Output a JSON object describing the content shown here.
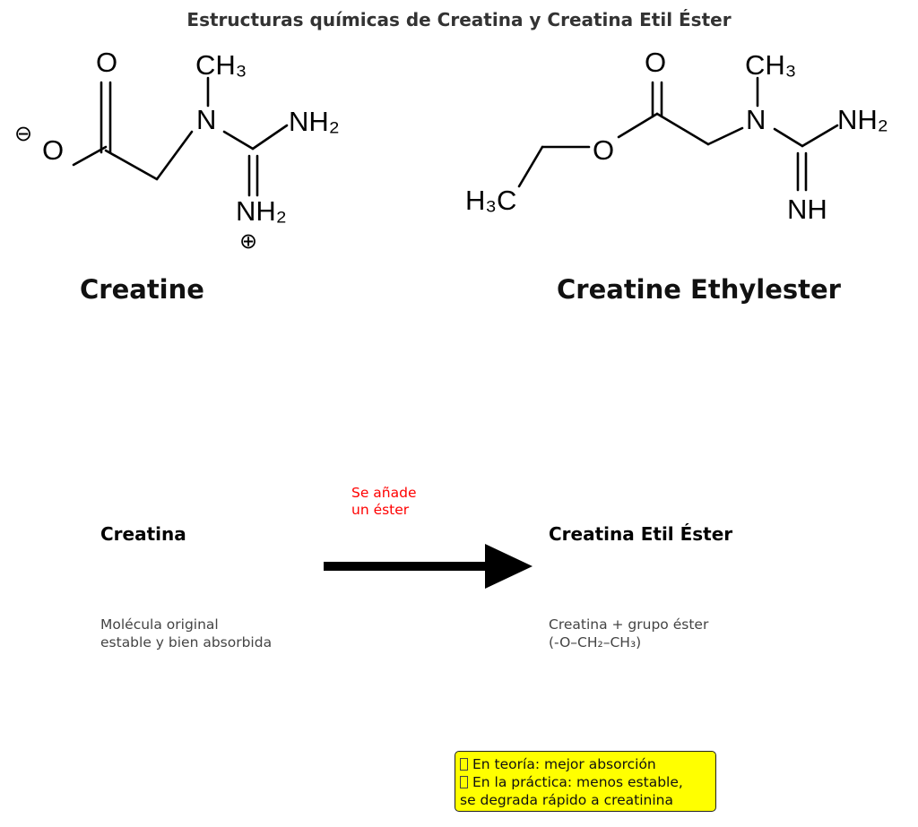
{
  "title": "Estructuras químicas de Creatina y Creatina Etil Éster",
  "structures": {
    "creatine": {
      "name": "Creatine",
      "atoms": {
        "o_top": "O",
        "o_bottom": "O",
        "n": "N",
        "ch3": "CH₃",
        "nh2_right": "NH₂",
        "nh2_bottom": "NH₂"
      },
      "charges": {
        "minus": "⊖",
        "plus": "⊕"
      }
    },
    "ethylester": {
      "name": "Creatine Ethylester",
      "atoms": {
        "o_top": "O",
        "o_ester": "O",
        "n": "N",
        "ch3": "CH₃",
        "nh2_right": "NH₂",
        "nh": "NH",
        "h3c": "H₃C"
      }
    }
  },
  "diagram": {
    "left": {
      "title": "Creatina",
      "desc_line1": "Molécula original",
      "desc_line2": "estable y bien absorbida"
    },
    "right": {
      "title": "Creatina Etil Éster",
      "desc_line1": "Creatina + grupo éster",
      "desc_line2": "(-O–CH₂–CH₃)"
    },
    "arrow_label_line1": "Se añade",
    "arrow_label_line2": "un éster",
    "arrow_label_color": "#ff0000",
    "arrow_color": "#000000",
    "note_background": "#ffff00",
    "note": {
      "line1": "En teoría: mejor absorción",
      "line2": "En la práctica: menos estable,",
      "line3": "se degrada rápido a creatinina"
    }
  }
}
